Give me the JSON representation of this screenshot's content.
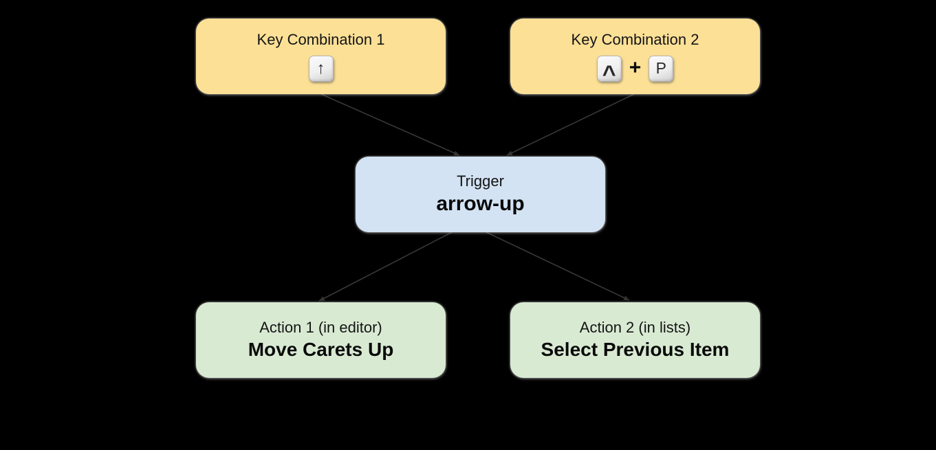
{
  "diagram": {
    "background_color": "#000000",
    "connector_color": "#383838",
    "nodes": {
      "key_combo_1": {
        "title": "Key Combination 1",
        "keys": [
          "↑"
        ],
        "color": "#fce096"
      },
      "key_combo_2": {
        "title": "Key Combination 2",
        "keys": [
          "^",
          "P"
        ],
        "separator": "+",
        "color": "#fce096"
      },
      "trigger": {
        "title": "Trigger",
        "value": "arrow-up",
        "color": "#d3e3f3"
      },
      "action_1": {
        "title": "Action 1 (in editor)",
        "value": "Move Carets Up",
        "color": "#d9ead3"
      },
      "action_2": {
        "title": "Action 2 (in lists)",
        "value": "Select Previous Item",
        "color": "#d9ead3"
      }
    },
    "edges": [
      {
        "from": "key_combo_1",
        "to": "trigger"
      },
      {
        "from": "key_combo_2",
        "to": "trigger"
      },
      {
        "from": "trigger",
        "to": "action_1"
      },
      {
        "from": "trigger",
        "to": "action_2"
      }
    ]
  }
}
